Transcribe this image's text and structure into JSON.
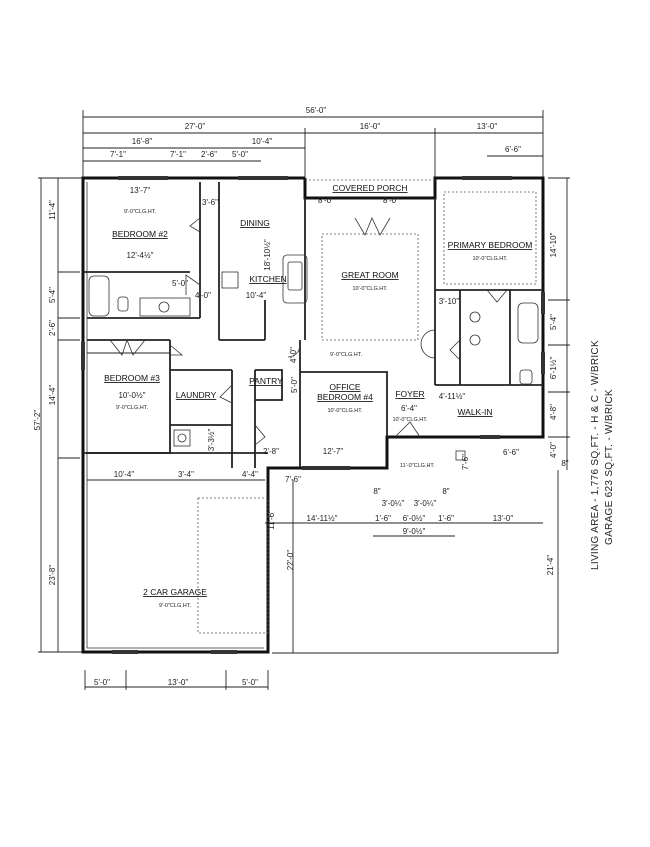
{
  "rooms": [
    {
      "name": "BEDROOM #2",
      "ceiling": "9'-0\"CLG.HT."
    },
    {
      "name": "DINING",
      "ceiling": ""
    },
    {
      "name": "KITCHEN",
      "ceiling": ""
    },
    {
      "name": "COVERED PORCH",
      "ceiling": ""
    },
    {
      "name": "GREAT ROOM",
      "ceiling": "10'-0\"CLG.HT."
    },
    {
      "name": "PRIMARY BEDROOM",
      "ceiling": "10'-0\"CLG.HT."
    },
    {
      "name": "BEDROOM #3",
      "ceiling": "9'-0\"CLG.HT."
    },
    {
      "name": "LAUNDRY",
      "ceiling": ""
    },
    {
      "name": "PANTRY",
      "ceiling": ""
    },
    {
      "name": "OFFICE",
      "ceiling": ""
    },
    {
      "name": "BEDROOM #4",
      "ceiling": "10'-0\"CLG.HT."
    },
    {
      "name": "FOYER",
      "ceiling": "10'-0\"CLG.HT."
    },
    {
      "name": "WALK-IN",
      "ceiling": ""
    },
    {
      "name": "2 CAR GARAGE",
      "ceiling": "9'-0\"CLG.HT."
    }
  ],
  "notes": {
    "hall_ceiling": "9'-0\"CLG.HT.",
    "porch_ceiling": "11'-0\"CLG.HT.",
    "living_area": "LIVING AREA - 1,776 SQ.FT. - H & C - W/BRICK",
    "garage_area": "GARAGE 623 SQ.FT. - W/BRICK"
  },
  "dimensions": [
    "56'-0\"",
    "27'-0\"",
    "16'-0\"",
    "13'-0\"",
    "16'-8\"",
    "10'-4\"",
    "7'-1\"",
    "7'-1\"",
    "2'-6\"",
    "5'-0\"",
    "6'-6\"",
    "13'-7\"",
    "3'-6\"",
    "12'-4½\"",
    "4'-0\"",
    "8'-0\"",
    "8'-0\"",
    "18'-10½\"",
    "10'-4\"",
    "3'-10\"",
    "10'-0½\"",
    "10'-4\"",
    "3'-4\"",
    "4'-4\"",
    "12'-7\"",
    "6'-4\"",
    "4'-11½\"",
    "6'-6\"",
    "7'-6\"",
    "2'-8\"",
    "3'-0¼\"",
    "3'-0¼\"",
    "8\"",
    "8\"",
    "1'-6\"",
    "6'-0½\"",
    "1'-6\"",
    "14'-11½\"",
    "13'-0\"",
    "9'-0½\"",
    "11'-6\"",
    "22'-0\"",
    "21'-4\"",
    "5'-0\"",
    "13'-0\"",
    "5'-0\"",
    "57'-2\"",
    "11'-4\"",
    "5'-4\"",
    "2'-6\"",
    "14'-4\"",
    "23'-8\"",
    "14'-10\"",
    "5'-4\"",
    "6'-1½\"",
    "4'-8\"",
    "4'-0\"",
    "8\"",
    "4'-0\"",
    "5'-0\"",
    "3'-3½\"",
    "7'-6\"",
    "5'-0\""
  ]
}
